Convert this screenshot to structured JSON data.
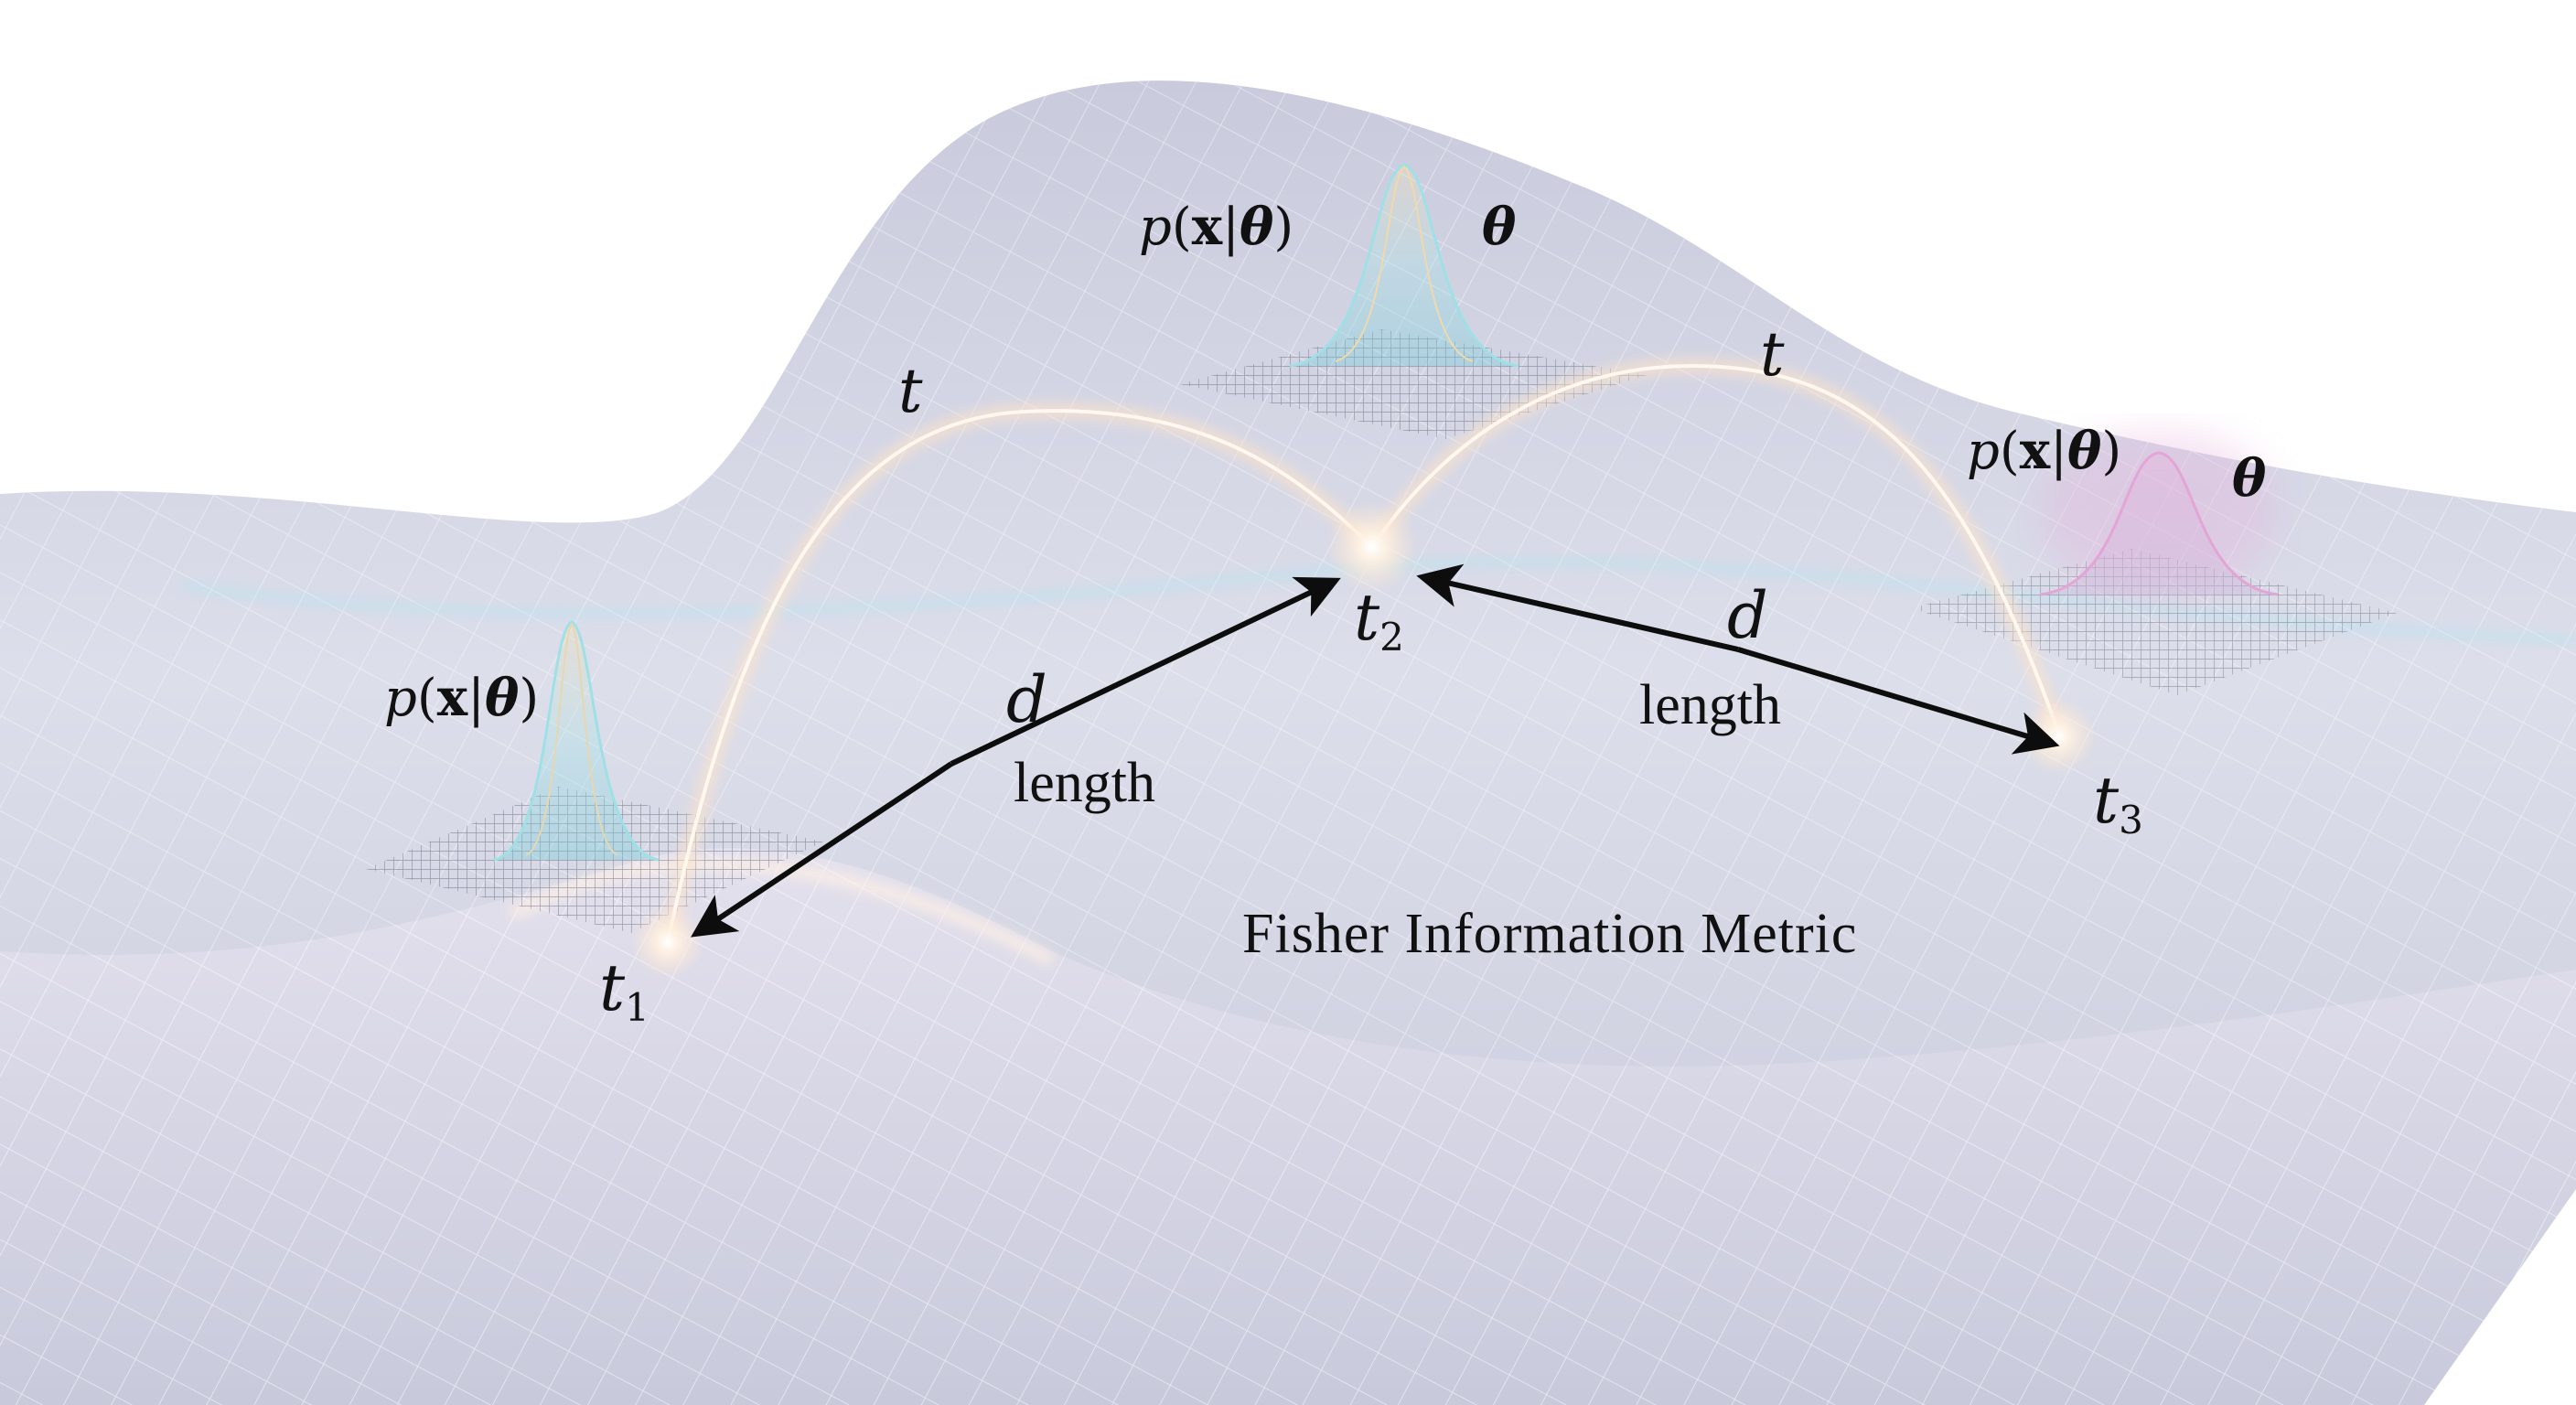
{
  "diagram": {
    "title": "Fisher Information Metric",
    "colors": {
      "background": "#ffffff",
      "manifold": "#d8dae8",
      "manifold_shadow": "#b9bccf",
      "grid": "#f4f7ff",
      "grid_cyan": "#9fe3ee",
      "geodesic_glow": "#ffe9d2",
      "gaussian_cyan": "#7fd6e0",
      "gaussian_gold": "#f3dcb0",
      "gaussian_pink": "#e2a6d6",
      "arrow": "#0d0d0d",
      "text": "#111111"
    },
    "distributions": [
      {
        "id": "left",
        "label": "p(x|θ)",
        "theta_label": "",
        "color": "cyan-gold"
      },
      {
        "id": "center",
        "label": "p(x|θ)",
        "theta_label": "θ",
        "color": "cyan-gold"
      },
      {
        "id": "right",
        "label": "p(x|θ)",
        "theta_label": "θ",
        "color": "pink"
      }
    ],
    "points": [
      {
        "id": "t1",
        "base": "t",
        "sub": "1"
      },
      {
        "id": "t2",
        "base": "t",
        "sub": "2"
      },
      {
        "id": "t3",
        "base": "t",
        "sub": "3"
      }
    ],
    "geodesics": [
      {
        "from": "t1",
        "to": "t2",
        "label": "t"
      },
      {
        "from": "t2",
        "to": "t3",
        "label": "t"
      }
    ],
    "distances": [
      {
        "from": "t2",
        "to": "t1",
        "symbol": "d",
        "caption": "length"
      },
      {
        "from": "t2",
        "to": "t3",
        "symbol": "d",
        "caption": "length"
      }
    ],
    "pxt_parts": {
      "p": "p",
      "open": "(",
      "x": "x",
      "bar": "|",
      "theta": "θ",
      "close": ")"
    }
  }
}
